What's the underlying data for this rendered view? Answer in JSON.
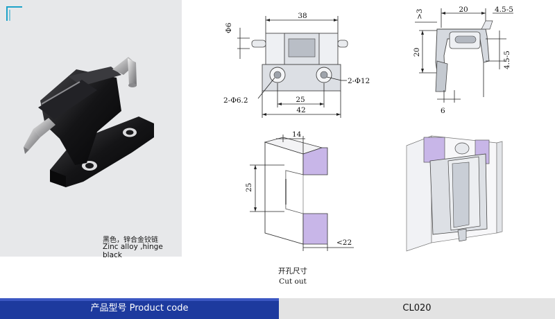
{
  "photo": {
    "caption_cn": "黑色，锌合金铰链",
    "caption_en": "Zinc alloy ,hinge black"
  },
  "front_view": {
    "dim_width_top": "38",
    "dim_pin_dia": "Φ6",
    "dim_large_hole": "2-Φ12",
    "dim_small_hole": "2-Φ6.2",
    "dim_hole_spacing": "25",
    "dim_base_width": "42"
  },
  "side_view": {
    "dim_gap": ">3",
    "dim_top_width": "20",
    "dim_range_top": "4.5-5",
    "dim_height": "20",
    "dim_range_side": "4.5-5",
    "dim_thickness": "6"
  },
  "cutout_view": {
    "dim_width": "14",
    "dim_height": "25",
    "dim_depth": "<22",
    "label_cn": "开孔尺寸",
    "label_en": "Cut out"
  },
  "product_bar": {
    "label": "产品型号  Product code",
    "code": "CL020"
  },
  "colors": {
    "bar_blue": "#1d3a9e",
    "bar_grey": "#e3e3e3",
    "photo_bg": "#e7e8ea",
    "cutout_violet": "#c8b6e8"
  }
}
